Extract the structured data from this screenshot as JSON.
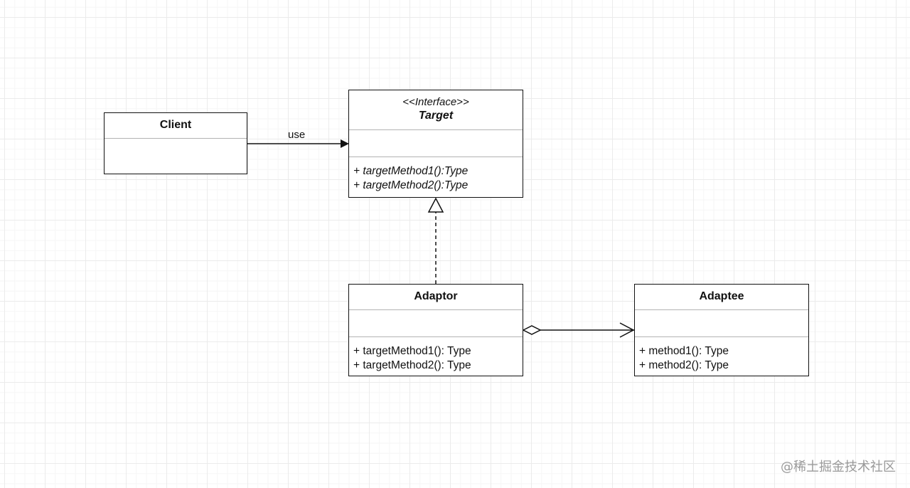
{
  "diagram": {
    "client": {
      "name": "Client"
    },
    "target": {
      "stereotype": "<<Interface>>",
      "name": "Target",
      "methods": [
        "+ targetMethod1():Type",
        "+ targetMethod2():Type"
      ]
    },
    "adaptor": {
      "name": "Adaptor",
      "methods": [
        "+ targetMethod1(): Type",
        "+ targetMethod2(): Type"
      ]
    },
    "adaptee": {
      "name": "Adaptee",
      "methods": [
        "+ method1(): Type",
        "+ method2(): Type"
      ]
    },
    "edges": {
      "client_to_target_label": "use"
    }
  },
  "watermark": "@稀土掘金技术社区"
}
